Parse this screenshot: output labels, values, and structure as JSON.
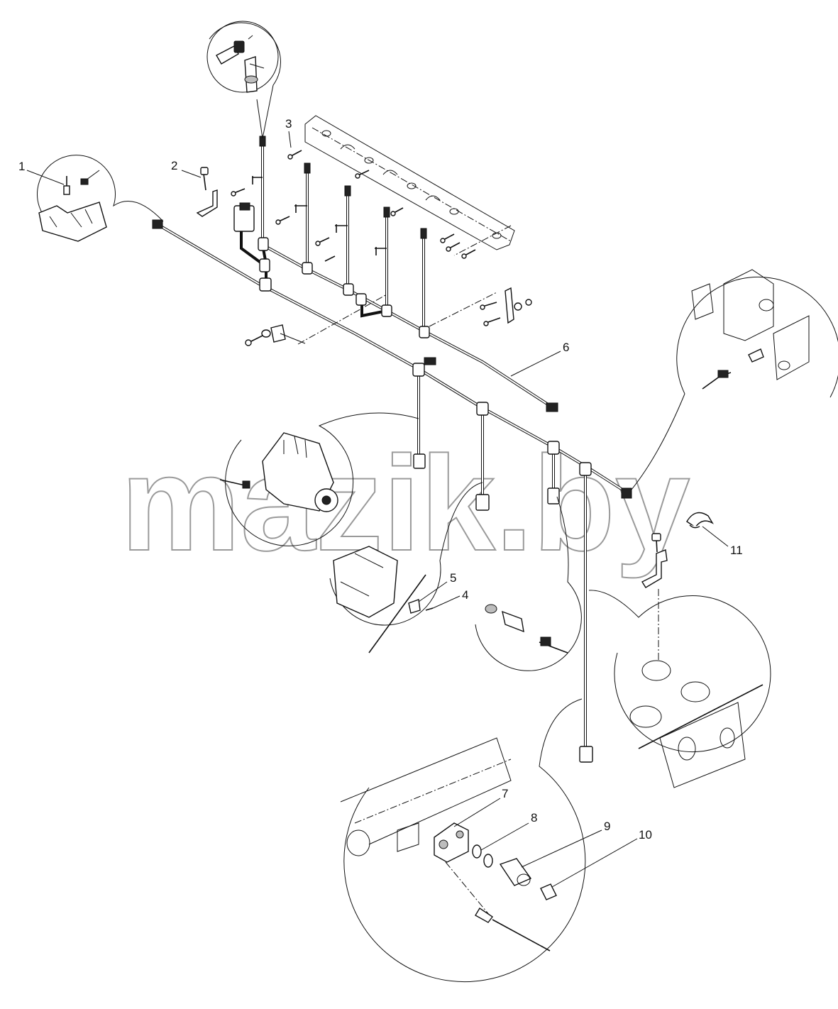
{
  "watermark": "mazik.by",
  "callouts": [
    {
      "id": "1",
      "label": "1"
    },
    {
      "id": "2",
      "label": "2"
    },
    {
      "id": "3",
      "label": "3"
    },
    {
      "id": "4",
      "label": "4"
    },
    {
      "id": "5",
      "label": "5"
    },
    {
      "id": "6",
      "label": "6"
    },
    {
      "id": "7",
      "label": "7"
    },
    {
      "id": "8",
      "label": "8"
    },
    {
      "id": "9",
      "label": "9"
    },
    {
      "id": "10",
      "label": "10"
    },
    {
      "id": "11",
      "label": "11"
    }
  ]
}
